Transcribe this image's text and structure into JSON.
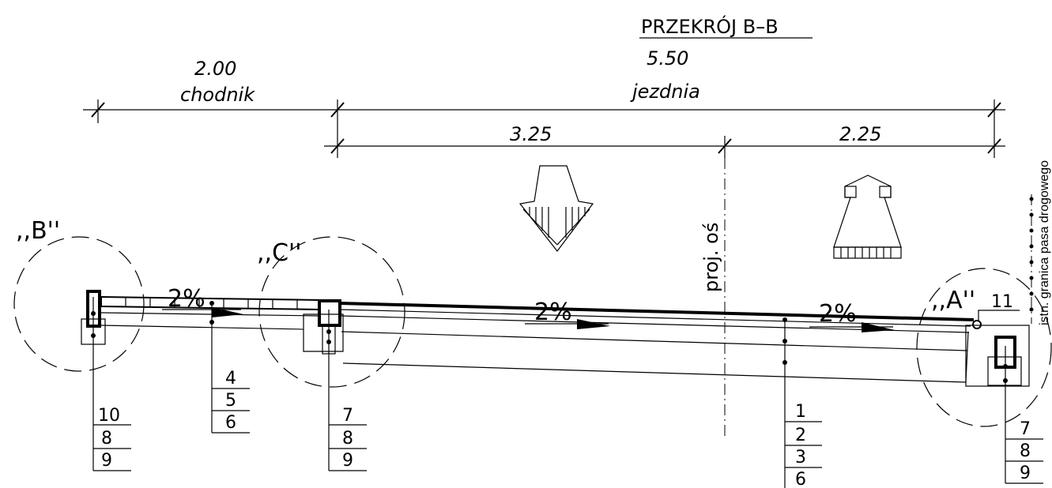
{
  "title": "PRZEKRÓJ B–B",
  "dims": {
    "chodnik_width": "2.00",
    "chodnik_label": "chodnik",
    "jezdnia_width": "5.50",
    "jezdnia_label": "jezdnia",
    "left_lane": "3.25",
    "right_lane": "2.25"
  },
  "axis_label": "proj. oś",
  "boundary_label": "istn. granica pasa drogowego",
  "details": {
    "B": ",,B''",
    "C": ",,C''",
    "A": ",,A''"
  },
  "slopes": {
    "sidewalk": "2%",
    "left_lane": "2%",
    "right_lane": "2%"
  },
  "callout_11": "11",
  "legends": {
    "left_kerb": [
      "10",
      "8",
      "9"
    ],
    "sidewalk": [
      "4",
      "5",
      "6"
    ],
    "middle_kerb": [
      "7",
      "8",
      "9"
    ],
    "roadway": [
      "1",
      "2",
      "3",
      "6"
    ],
    "right_kerb": [
      "7",
      "8",
      "9"
    ]
  }
}
